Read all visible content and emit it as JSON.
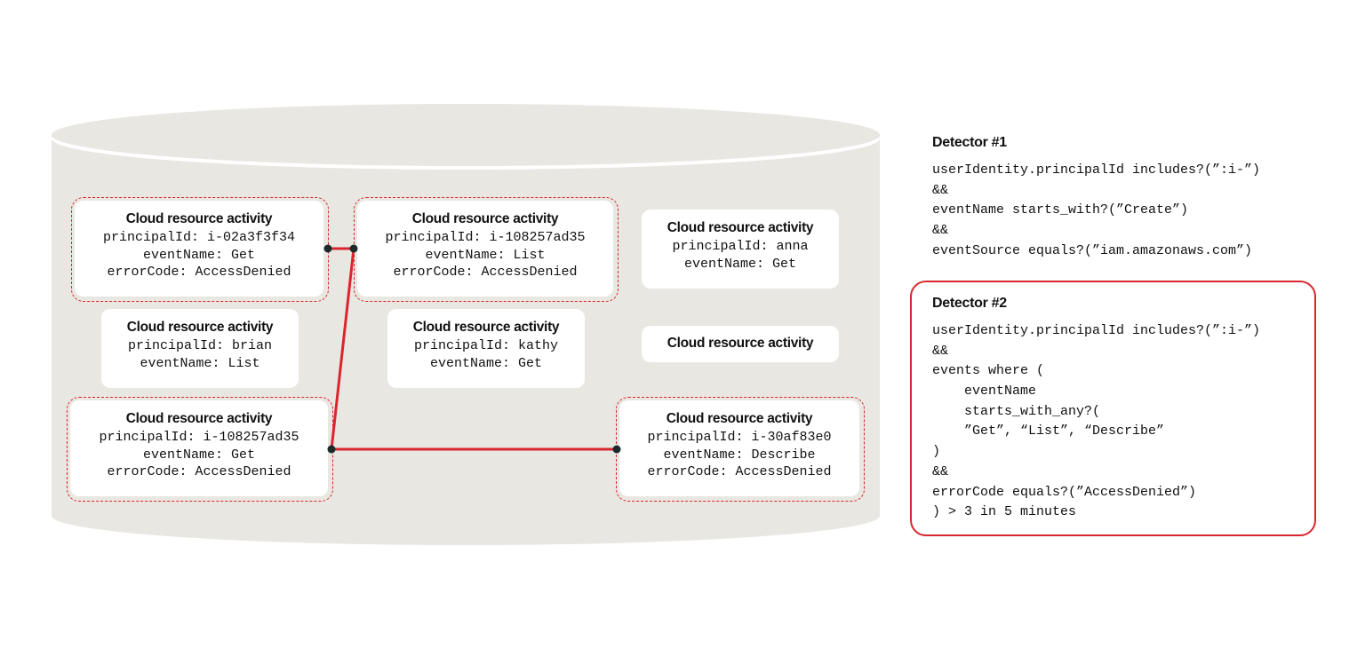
{
  "cards": [
    {
      "id": "c1",
      "title": "Cloud resource activity",
      "lines": [
        "principalId: i-02a3f3f34",
        "eventName: Get",
        "errorCode: AccessDenied"
      ],
      "highlighted": true
    },
    {
      "id": "c2",
      "title": "Cloud resource activity",
      "lines": [
        "principalId: i-108257ad35",
        "eventName: List",
        "errorCode: AccessDenied"
      ],
      "highlighted": true
    },
    {
      "id": "c3",
      "title": "Cloud resource activity",
      "lines": [
        "principalId: anna",
        "eventName: Get"
      ],
      "highlighted": false
    },
    {
      "id": "c4",
      "title": "Cloud resource activity",
      "lines": [
        "principalId: brian",
        "eventName: List"
      ],
      "highlighted": false
    },
    {
      "id": "c5",
      "title": "Cloud resource activity",
      "lines": [
        "principalId: kathy",
        "eventName: Get"
      ],
      "highlighted": false
    },
    {
      "id": "c6",
      "title": "Cloud resource activity",
      "lines": [],
      "highlighted": false
    },
    {
      "id": "c7",
      "title": "Cloud resource activity",
      "lines": [
        "principalId: i-108257ad35",
        "eventName: Get",
        "errorCode: AccessDenied"
      ],
      "highlighted": true
    },
    {
      "id": "c8",
      "title": "Cloud resource activity",
      "lines": [
        "principalId: i-30af83e0",
        "eventName: Describe",
        "errorCode: AccessDenied"
      ],
      "highlighted": true
    }
  ],
  "links": [
    {
      "from": "c1",
      "to": "c2"
    },
    {
      "from": "c2",
      "to": "c7"
    },
    {
      "from": "c7",
      "to": "c8"
    }
  ],
  "detectors": [
    {
      "title": "Detector #1",
      "code": [
        "userIdentity.principalId includes?(”:i-”)",
        "&&",
        "eventName starts_with?(”Create”)",
        "&&",
        "eventSource equals?(”iam.amazonaws.com”)"
      ],
      "highlighted": false
    },
    {
      "title": "Detector #2",
      "code": [
        "userIdentity.principalId includes?(”:i-”)",
        "&&",
        "events where (",
        "    eventName",
        "    starts_with_any?(",
        "    ”Get”, “List”, “Describe”",
        ")",
        "&&",
        "errorCode equals?(”AccessDenied”)",
        ") > 3 in 5 minutes"
      ],
      "highlighted": true
    }
  ],
  "colors": {
    "accent": "#d9262e",
    "database": "#e9e7e2",
    "node": "#1b2b2b"
  }
}
